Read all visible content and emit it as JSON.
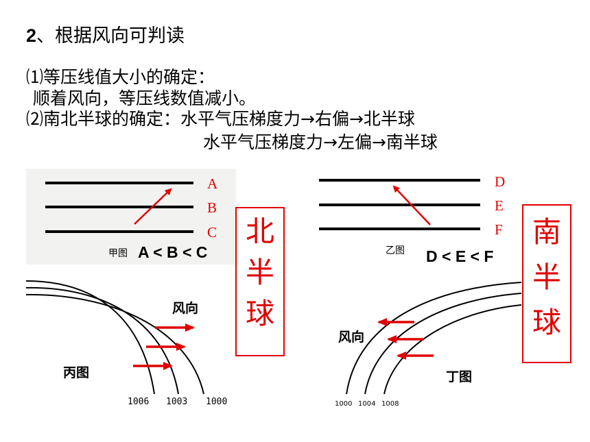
{
  "heading": {
    "number": "2",
    "text": "、根据风向可判读"
  },
  "item1": {
    "title": "⑴等压线值大小的确定：",
    "rule": "顺着风向，等压线数值减小。"
  },
  "item2": {
    "title": "⑵南北半球的确定：",
    "north_rule": "水平气压梯度力→右偏→北半球",
    "south_rule": "水平气压梯度力→左偏→南半球"
  },
  "figure_jia": {
    "caption": "甲图",
    "labels": [
      "A",
      "B",
      "C"
    ],
    "relation": "A < B < C"
  },
  "figure_yi": {
    "caption": "乙图",
    "labels": [
      "D",
      "E",
      "F"
    ],
    "relation": "D < E < F"
  },
  "figure_bing": {
    "caption": "丙图",
    "wind_label": "风向",
    "isobars": [
      "1006",
      "1003",
      "1000"
    ]
  },
  "figure_ding": {
    "caption": "丁图",
    "wind_label": "风向",
    "isobars": [
      "1000",
      "1004",
      "1008"
    ]
  },
  "north_box": [
    "北",
    "半",
    "球"
  ],
  "south_box": [
    "南",
    "半",
    "球"
  ],
  "colors": {
    "accent_red": "#e00000",
    "panel_bg": "#f2f2f0"
  }
}
